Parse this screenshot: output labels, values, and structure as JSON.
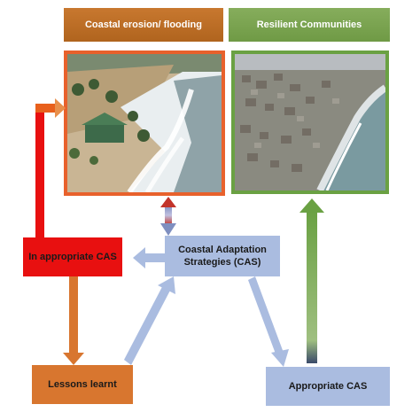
{
  "header": {
    "erosion_title": "Coastal erosion/ flooding",
    "resilient_title": "Resilient Communities"
  },
  "nodes": {
    "inappropriate_cas": "In appropriate CAS",
    "cas_line1": "Coastal Adaptation",
    "cas_line2": "Strategies (CAS)",
    "lessons_learnt": "Lessons learnt",
    "appropriate_cas": "Appropriate CAS"
  },
  "colors": {
    "erosion_orange": "#c8782f",
    "erosion_border": "#e8612c",
    "resilient_green": "#6f9a45",
    "inappropriate_red": "#e81010",
    "cas_blue": "#aabce0",
    "lessons_orange": "#d8762f"
  }
}
